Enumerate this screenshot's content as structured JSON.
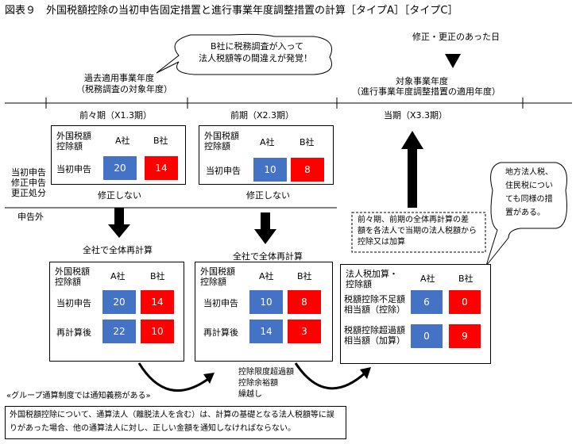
{
  "title": "図表９　外国税額控除の当初申告固定措置と進行事業年度調整措置の計算［タイプA］［タイプC］",
  "correction_date_label": "修正・更正のあった日",
  "callout_top": [
    "B社に税務調査が入って",
    "法人税額等の間違えが発覚！"
  ],
  "past_year": [
    "過去適用事業年度",
    "（税務調査の対象年度）"
  ],
  "target_year": [
    "対象事業年度",
    "（進行事業年度調整措置の適用年度）"
  ],
  "periods": [
    "前々期（X1.3期）",
    "前期（X2.3期）",
    "当期（X3.3期）"
  ],
  "left_labels": [
    "当初申告",
    "修正申告",
    "更正処分"
  ],
  "outside_label": "申告外",
  "box1": {
    "header": [
      "外国税額",
      "控除額"
    ],
    "col_a": "A社",
    "col_b": "B社",
    "row_label": "当初申告",
    "a": "20",
    "b": "14"
  },
  "box2": {
    "header": [
      "外国税額",
      "控除額"
    ],
    "col_a": "A社",
    "col_b": "B社",
    "row_label": "当初申告",
    "a": "10",
    "b": "8"
  },
  "no_correction": "修正しない",
  "recalc_label": "全社で全体再計算",
  "box3": {
    "header": [
      "外国税額",
      "控除額"
    ],
    "col_a": "A社",
    "col_b": "B社",
    "row1_label": "当初申告",
    "row1_a": "20",
    "row1_b": "14",
    "row2_label": "再計算後",
    "row2_a": "22",
    "row2_b": "10"
  },
  "box4": {
    "header": [
      "外国税額",
      "控除額"
    ],
    "col_a": "A社",
    "col_b": "B社",
    "row1_label": "当初申告",
    "row1_a": "10",
    "row1_b": "8",
    "row2_label": "再計算後",
    "row2_a": "14",
    "row2_b": "3"
  },
  "box5": {
    "header": [
      "法人税加算・",
      "控除額"
    ],
    "col_a": "A社",
    "col_b": "B社",
    "row1_label": [
      "税額控除不足額",
      "相当額（控除）"
    ],
    "row1_a": "6",
    "row1_b": "0",
    "row2_label": [
      "税額控除超過額",
      "相当額（加算）"
    ],
    "row2_a": "0",
    "row2_b": "9"
  },
  "dashed_note": [
    "前々期、前期の全体再計算の差",
    "額を各法人で当期の法人税額から",
    "控除又は加算"
  ],
  "callout_right": [
    "地方法人税、",
    "住民税につい",
    "ても同様の措",
    "置がある。"
  ],
  "carry_label": [
    "控除限度超過額",
    "控除余裕額",
    "繰越し"
  ],
  "group_note": "«グループ通算制度では通知義務がある»",
  "bottom_note": [
    "外国税額控除について、通算法人（離脱法人を含む）は、計算の基礎となる法人税額等に誤",
    "りがあった場合、他の通算法人に対し、正しい金額を通知しなければならない。"
  ],
  "colors": {
    "blue": "#4472c4",
    "red": "#ff0000"
  }
}
